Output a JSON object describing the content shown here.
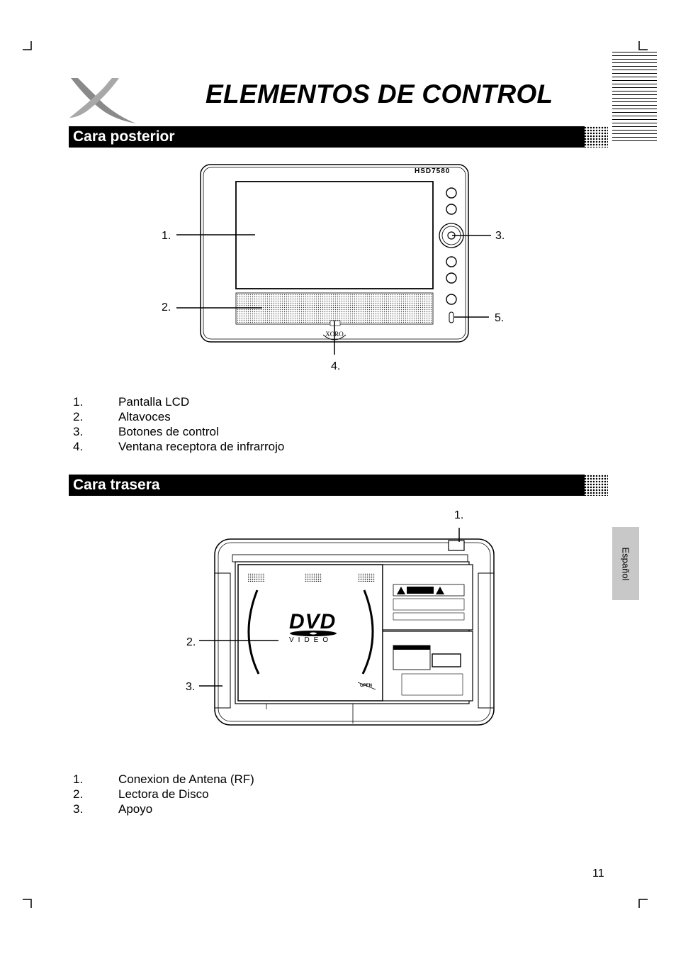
{
  "header": {
    "title": "ELEMENTOS DE CONTROL"
  },
  "sections": [
    {
      "heading": "Cara posterior",
      "model_label": "HSD7580",
      "callouts": [
        "1.",
        "2.",
        "3.",
        "4.",
        "5."
      ],
      "items": [
        {
          "num": "1.",
          "text": "Pantalla LCD"
        },
        {
          "num": "2.",
          "text": "Altavoces"
        },
        {
          "num": "3.",
          "text": "Botones de control"
        },
        {
          "num": "4.",
          "text": "Ventana receptora de infrarrojo"
        }
      ]
    },
    {
      "heading": "Cara trasera",
      "callouts": [
        "1.",
        "2.",
        "3."
      ],
      "dvd_logo_text": "DVD",
      "dvd_video_text": "VIDEO",
      "open_label": "OPEN",
      "items": [
        {
          "num": "1.",
          "text": "Conexion de Antena  (RF)"
        },
        {
          "num": "2.",
          "text": "Lectora de Disco"
        },
        {
          "num": "3.",
          "text": "Apoyo"
        }
      ]
    }
  ],
  "side_tab": {
    "label": "Español"
  },
  "footer": {
    "page_number": "11"
  },
  "icons": [
    "xoro-x-logo-icon",
    "crop-mark-icon"
  ]
}
